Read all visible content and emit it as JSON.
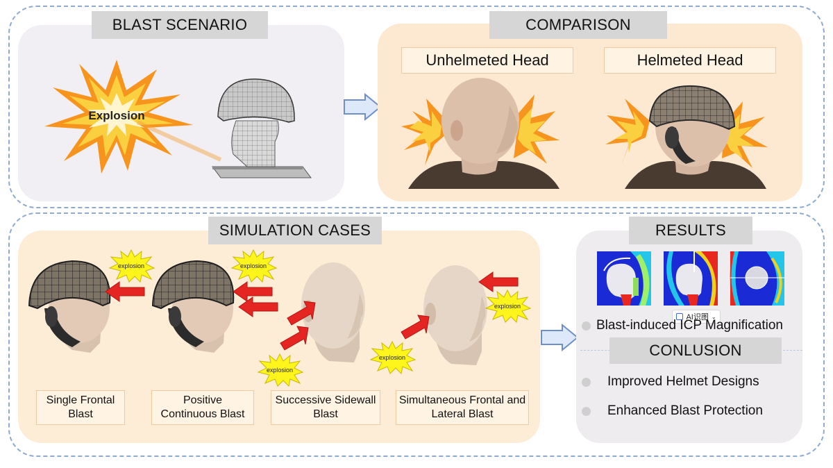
{
  "blast_scenario": {
    "title": "BLAST SCENARIO",
    "explosion_label": "Explosion"
  },
  "comparison": {
    "title": "COMPARISON",
    "unhelmeted_label": "Unhelmeted Head",
    "helmeted_label": "Helmeted Head"
  },
  "simulation": {
    "title": "SIMULATION CASES",
    "burst_label": "explosion",
    "cases": [
      {
        "line1": "Single Frontal",
        "line2": "Blast"
      },
      {
        "line1": "Positive",
        "line2": "Continuous Blast"
      },
      {
        "line1": "Successive Sidewall",
        "line2": "Blast"
      },
      {
        "line1": "Simultaneous Frontal and",
        "line2": "Lateral Blast"
      }
    ]
  },
  "results": {
    "title": "RESULTS",
    "ai_badge": "AI识图",
    "bullet": "Blast-induced ICP Magnification"
  },
  "conclusion": {
    "title": "CONLUSION",
    "bullets": [
      "Improved Helmet Designs",
      "Enhanced Blast Protection"
    ]
  },
  "colors": {
    "frame_dash": "#8eaad0",
    "blast_panel": "#f1eff3",
    "comparison_panel": "#fde9d2",
    "simulation_panel": "#fdecd6",
    "results_panel": "#efecf0",
    "header_gray": "#d6d6d6",
    "arrow_fill": "#dde8fa",
    "arrow_stroke": "#6f8fc8",
    "red_arrow": "#e52521",
    "burst_yellow": "#fdf51c"
  }
}
